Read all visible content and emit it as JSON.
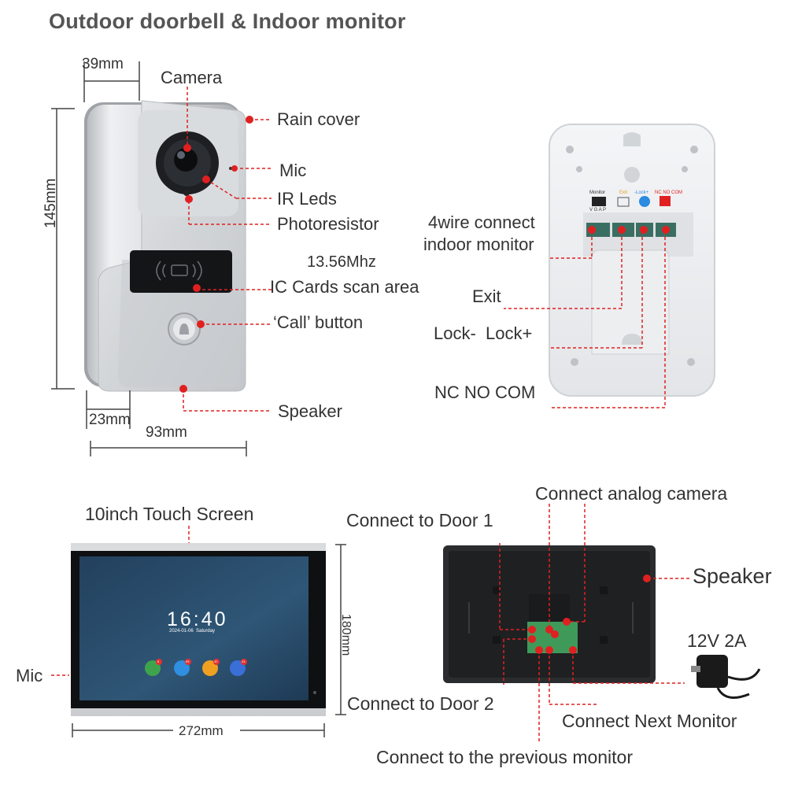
{
  "title": "Outdoor doorbell & Indoor monitor",
  "doorbell": {
    "dim_width_top": "39mm",
    "dim_height": "145mm",
    "dim_depth": "23mm",
    "dim_width": "93mm",
    "labels": {
      "camera": "Camera",
      "rain_cover": "Rain cover",
      "mic": "Mic",
      "ir_leds": "IR Leds",
      "photoresistor": "Photoresistor",
      "freq": "13.56Mhz",
      "ic_cards": "IC Cards scan area",
      "call_button": "‘Call’ button",
      "speaker": "Speaker"
    }
  },
  "doorbell_back": {
    "wire_connect_1": "4wire connect",
    "wire_connect_2": "indoor monitor",
    "exit": "Exit",
    "lock": "Lock-  Lock+",
    "nc_no_com": "NC NO COM",
    "terminal_labels": [
      "Monitor",
      "Exit",
      "-Lock+",
      "NC NO COM"
    ],
    "terminal_sub": "V G A P"
  },
  "monitor": {
    "screen_label": "10inch Touch Screen",
    "mic": "Mic",
    "dim_height": "180mm",
    "dim_width": "272mm",
    "clock": "16:40",
    "date": "2024-01-06  Saturday",
    "app_badges": [
      "5",
      "99",
      "32",
      "24"
    ]
  },
  "monitor_back": {
    "analog_camera": "Connect analog camera",
    "door1": "Connect to Door 1",
    "speaker": "Speaker",
    "power": "12V 2A",
    "door2": "Connect to Door 2",
    "next_monitor": "Connect Next Monitor",
    "previous_monitor": "Connect to the previous monitor"
  },
  "colors": {
    "accent": "#e02020",
    "dim_line": "#444444",
    "screen": "#2c4a66",
    "title": "#555555"
  }
}
